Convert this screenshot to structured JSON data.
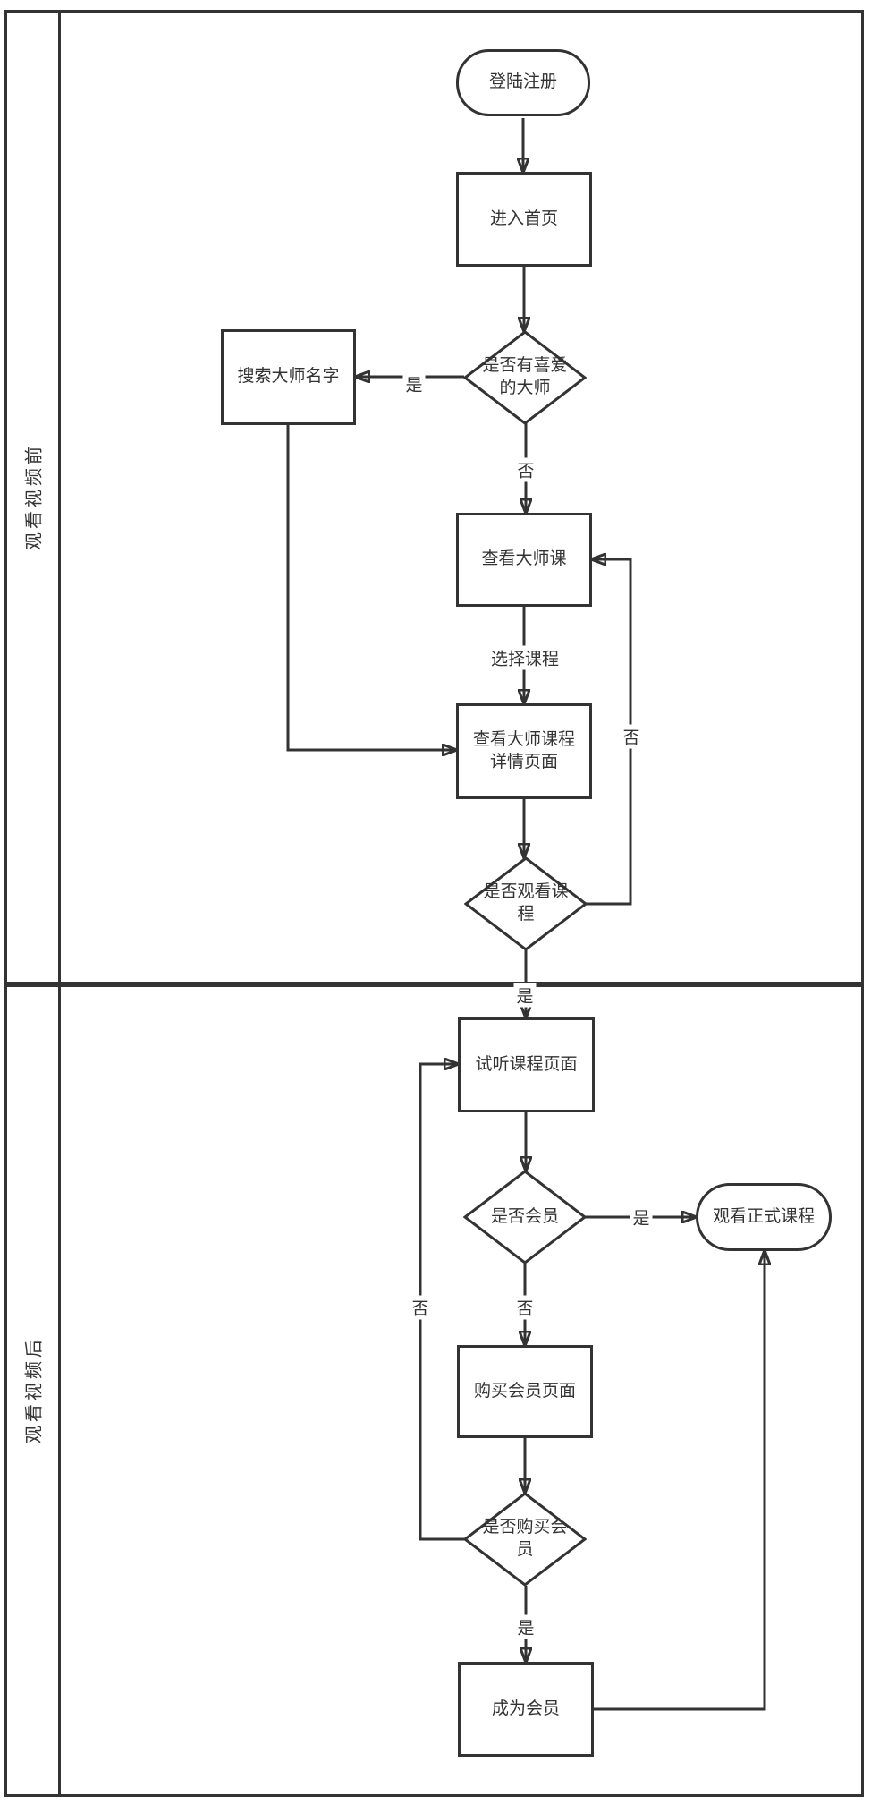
{
  "lanes": [
    {
      "label": "观看视频前"
    },
    {
      "label": "观看视频后"
    }
  ],
  "nodes": {
    "start": {
      "label": "登陆注册"
    },
    "home": {
      "label": "进入首页"
    },
    "fav_decision": {
      "label": "是否有喜爱\n的大师"
    },
    "search": {
      "label": "搜索大师名字"
    },
    "masterclass": {
      "label": "查看大师课"
    },
    "detail": {
      "label": "查看大师课程\n详情页面"
    },
    "watch_decision": {
      "label": "是否观看课\n程"
    },
    "trial": {
      "label": "试听课程页面"
    },
    "member_decision": {
      "label": "是否会员"
    },
    "formal": {
      "label": "观看正式课程"
    },
    "buy_page": {
      "label": "购买会员页面"
    },
    "buy_decision": {
      "label": "是否购买会\n员"
    },
    "become_member": {
      "label": "成为会员"
    }
  },
  "edge_labels": {
    "fav_yes": "是",
    "fav_no": "否",
    "select_course": "选择课程",
    "watch_no": "否",
    "watch_yes": "是",
    "member_yes": "是",
    "member_no": "否",
    "buy_no": "否",
    "buy_yes": "是"
  },
  "colors": {
    "stroke": "#333333",
    "background": "#ffffff"
  }
}
